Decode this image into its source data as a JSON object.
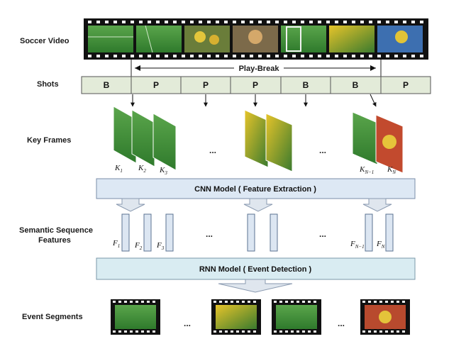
{
  "row_labels": {
    "soccer_video": "Soccer Video",
    "shots": "Shots",
    "key_frames": "Key Frames",
    "semantic_line1": "Semantic Sequence",
    "semantic_line2": "Features",
    "event_segments": "Event Segments"
  },
  "play_break_label": "Play-Break",
  "shots": [
    "B",
    "P",
    "P",
    "P",
    "B",
    "B",
    "P"
  ],
  "cnn_label": "CNN Model ( Feature Extraction )",
  "rnn_label": "RNN Model ( Event Detection )",
  "key_frame_labels": {
    "k1": {
      "base": "K",
      "sub": "1"
    },
    "k2": {
      "base": "K",
      "sub": "2"
    },
    "k3": {
      "base": "K",
      "sub": "3"
    },
    "kn1": {
      "base": "K",
      "sub": "N−1"
    },
    "kn": {
      "base": "K",
      "sub": "N"
    }
  },
  "feature_labels": {
    "f1": {
      "base": "F",
      "sub": "1"
    },
    "f2": {
      "base": "F",
      "sub": "2"
    },
    "f3": {
      "base": "F",
      "sub": "3"
    },
    "fn1": {
      "base": "F",
      "sub": "N−1"
    },
    "fn": {
      "base": "F",
      "sub": "N"
    }
  },
  "ellipsis": "...",
  "colors": {
    "shot_fill": "#e3ebd9",
    "model_fill": "#dde8f4",
    "rnn_fill": "#d9ecf2",
    "feature_fill": "#dce6f2",
    "film": "#111111",
    "pitch": "#3f8f3a"
  }
}
